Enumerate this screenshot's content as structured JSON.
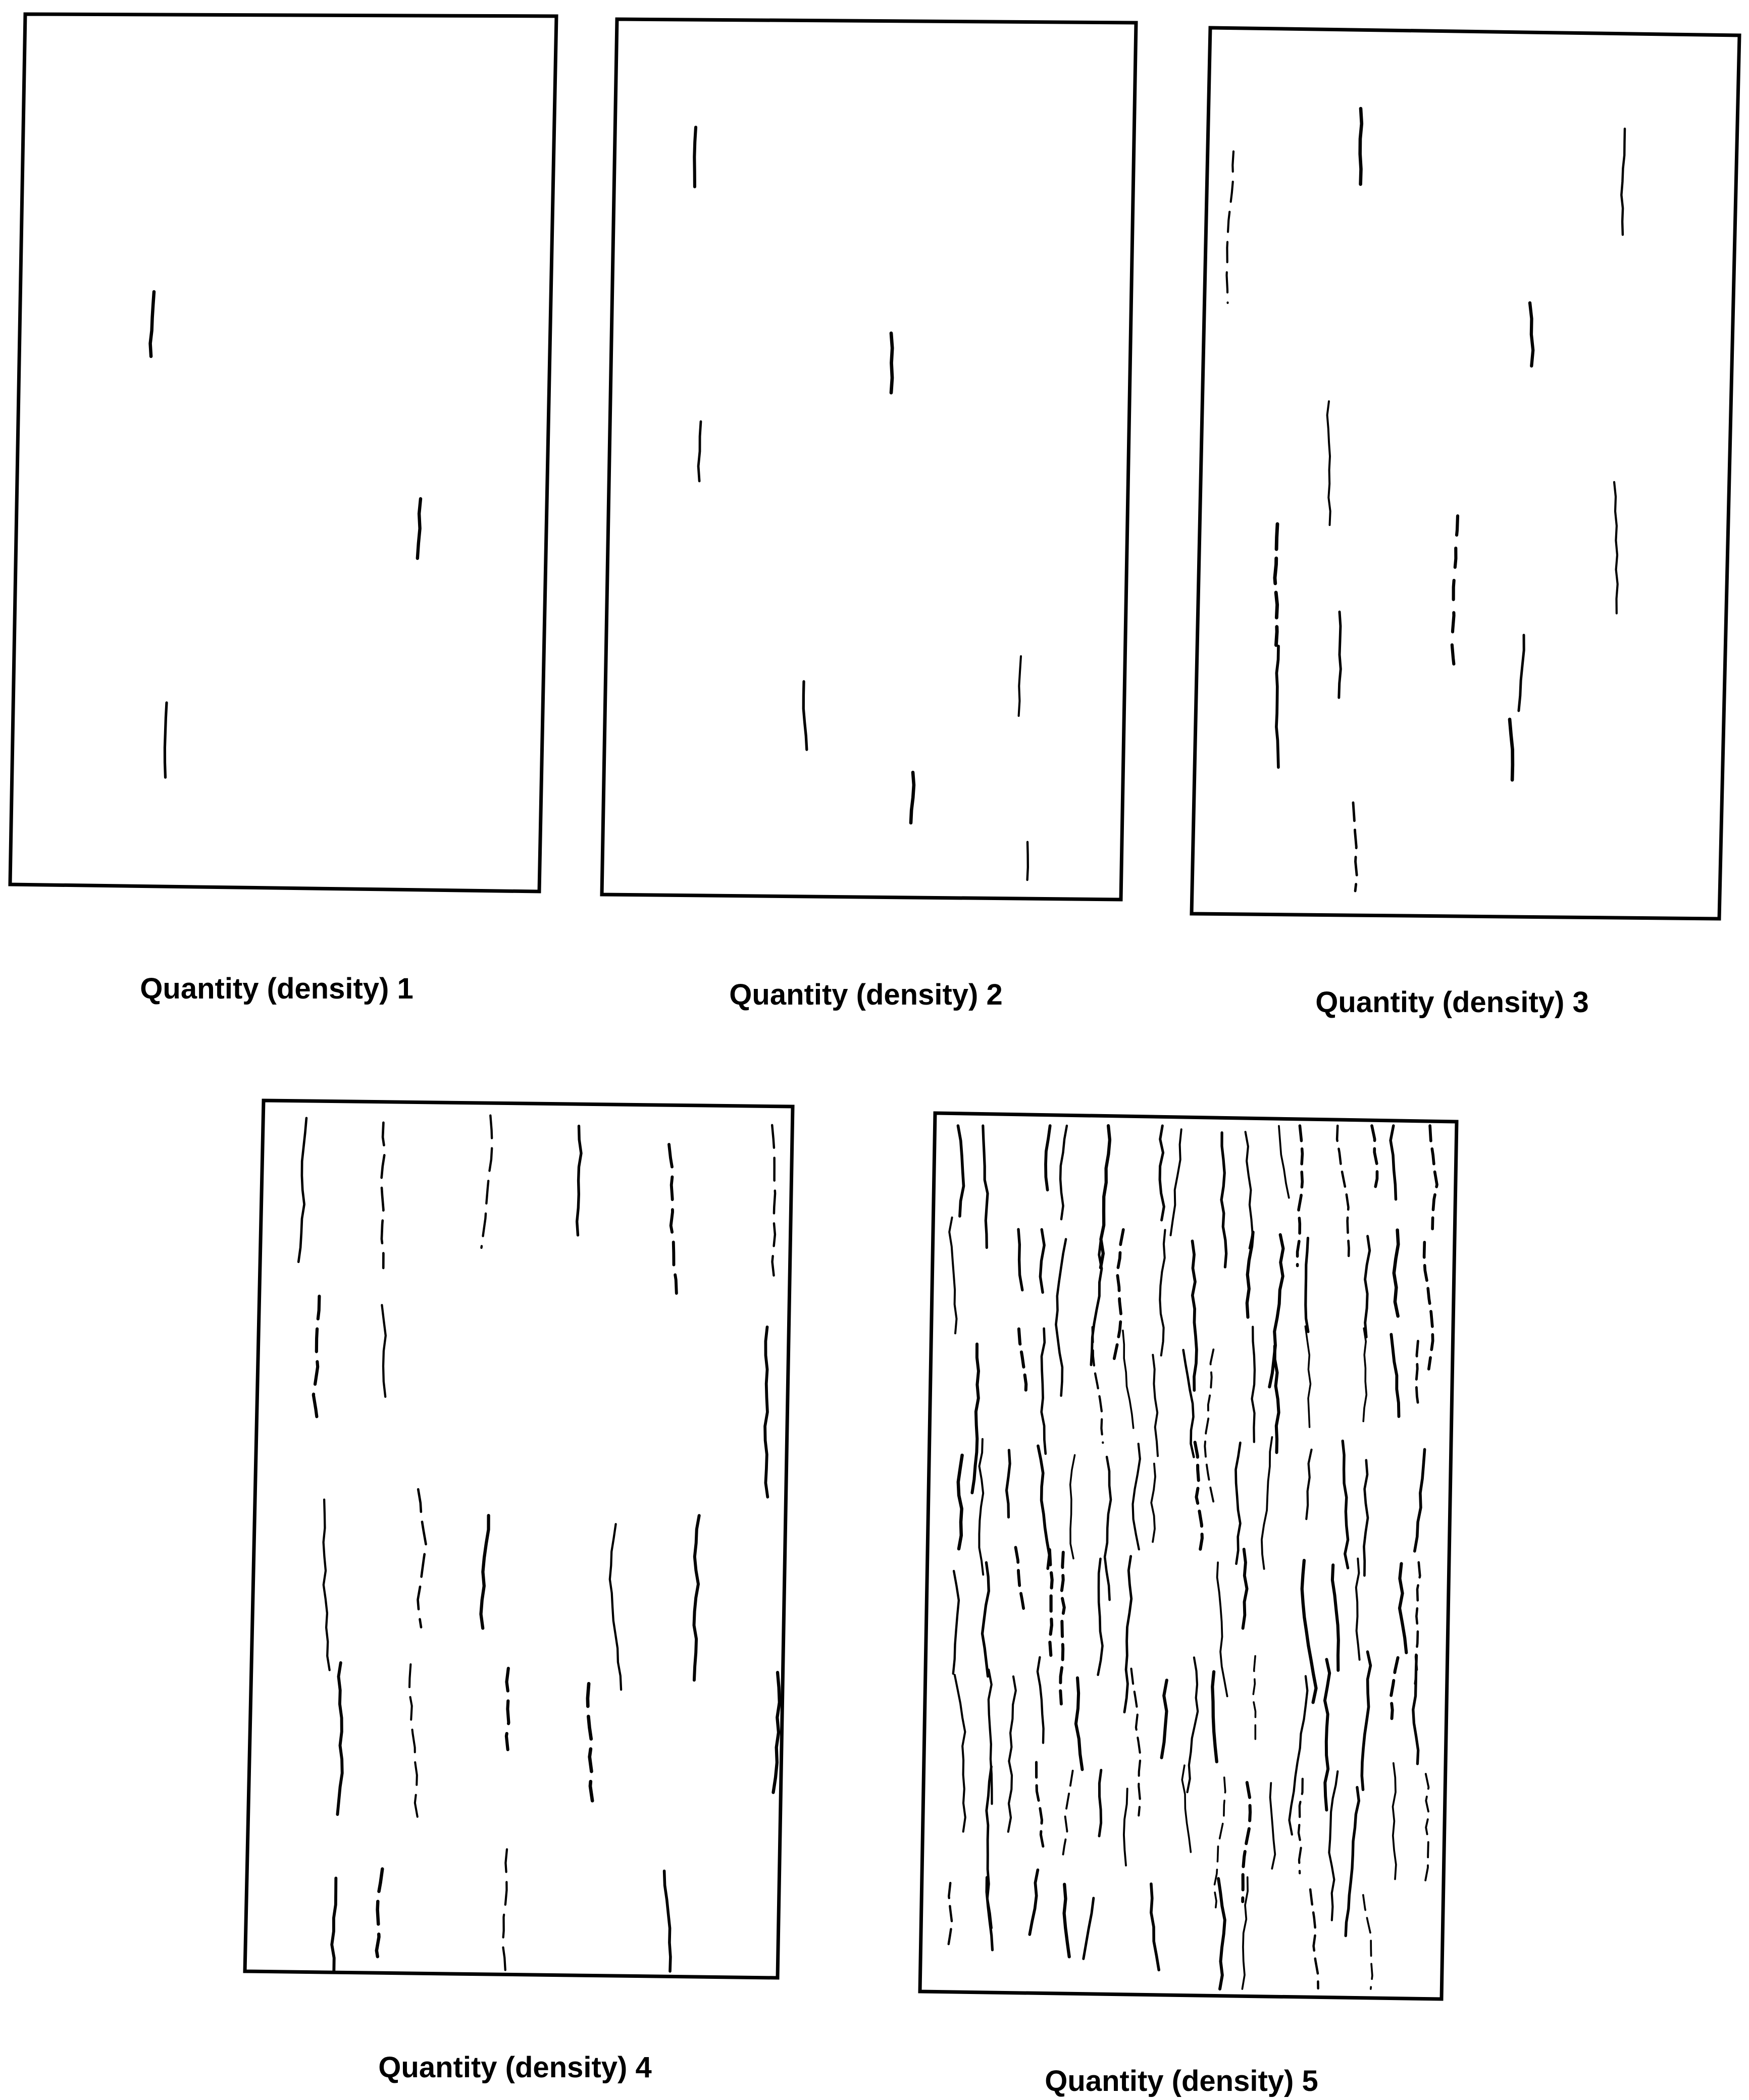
{
  "figure": {
    "panels": [
      {
        "caption": "Quantity (density) 1",
        "level": 1
      },
      {
        "caption": "Quantity (density) 2",
        "level": 2
      },
      {
        "caption": "Quantity (density) 3",
        "level": 3
      },
      {
        "caption": "Quantity (density) 4",
        "level": 4
      },
      {
        "caption": "Quantity (density) 5",
        "level": 5
      }
    ]
  },
  "colors": {
    "line": "#000000",
    "background": "#ffffff"
  }
}
